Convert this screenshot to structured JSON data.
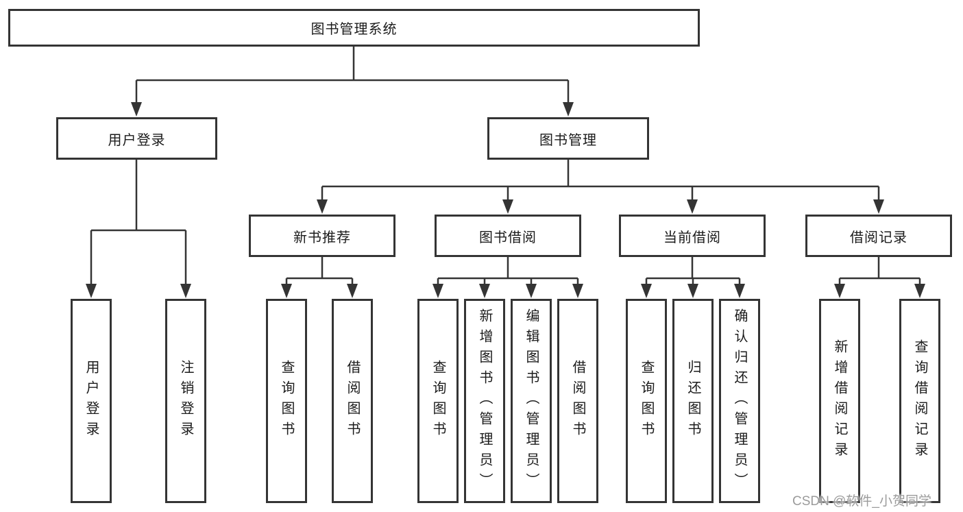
{
  "diagram": {
    "title_node": "图书管理系统",
    "branches": [
      {
        "label": "用户登录",
        "children": [
          {
            "label": "用户登录"
          },
          {
            "label": "注销登录"
          }
        ]
      },
      {
        "label": "图书管理",
        "children": [
          {
            "label": "新书推荐",
            "children": [
              {
                "label": "查询图书"
              },
              {
                "label": "借阅图书"
              }
            ]
          },
          {
            "label": "图书借阅",
            "children": [
              {
                "label": "查询图书"
              },
              {
                "label": "新增图书（管理员）"
              },
              {
                "label": "编辑图书（管理员）"
              },
              {
                "label": "借阅图书"
              }
            ]
          },
          {
            "label": "当前借阅",
            "children": [
              {
                "label": "查询图书"
              },
              {
                "label": "归还图书"
              },
              {
                "label": "确认归还（管理员）"
              }
            ]
          },
          {
            "label": "借阅记录",
            "children": [
              {
                "label": "新增借阅记录"
              },
              {
                "label": "查询借阅记录"
              }
            ]
          }
        ]
      }
    ]
  },
  "watermark": {
    "text": "CSDN @软件_小贺同学"
  },
  "colors": {
    "line": "#343434",
    "text": "#1b1b1b",
    "background": "#ffffff",
    "watermark": "#9b9b9b"
  }
}
